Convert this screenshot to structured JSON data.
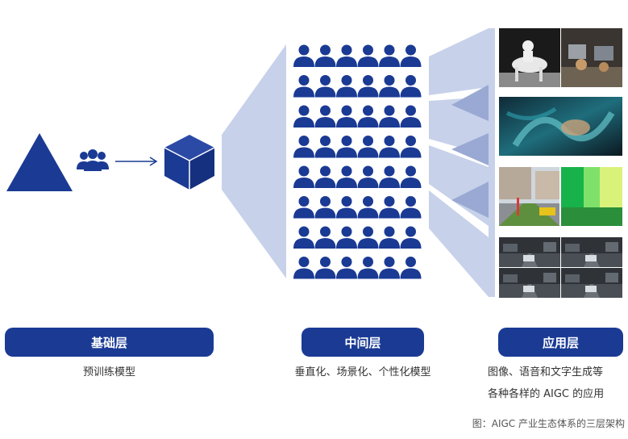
{
  "colors": {
    "primary": "#1a3a94",
    "light": "#c7d1ea",
    "medium": "#9aa9d3",
    "arrow": "#1a3a94"
  },
  "layers": [
    {
      "label": "基础层",
      "desc": "预训练模型"
    },
    {
      "label": "中间层",
      "desc": "垂直化、场景化、个性化模型"
    },
    {
      "label": "应用层",
      "desc_lines": [
        "图像、语音和文字生成等",
        "各种各样的 AIGC 的应用"
      ]
    }
  ],
  "caption": "图：AIGC 产业生态体系的三层架构",
  "icons": {
    "foundation_shape": "triangle-icon",
    "team": "people-group-icon",
    "model": "cube-icon",
    "person": "person-icon"
  },
  "thumbnails": [
    {
      "name": "astronaut-horse-thumbnail"
    },
    {
      "name": "abstract-art-thumbnail"
    },
    {
      "name": "street-scene-thumbnail"
    },
    {
      "name": "driving-camera-thumbnail"
    }
  ]
}
